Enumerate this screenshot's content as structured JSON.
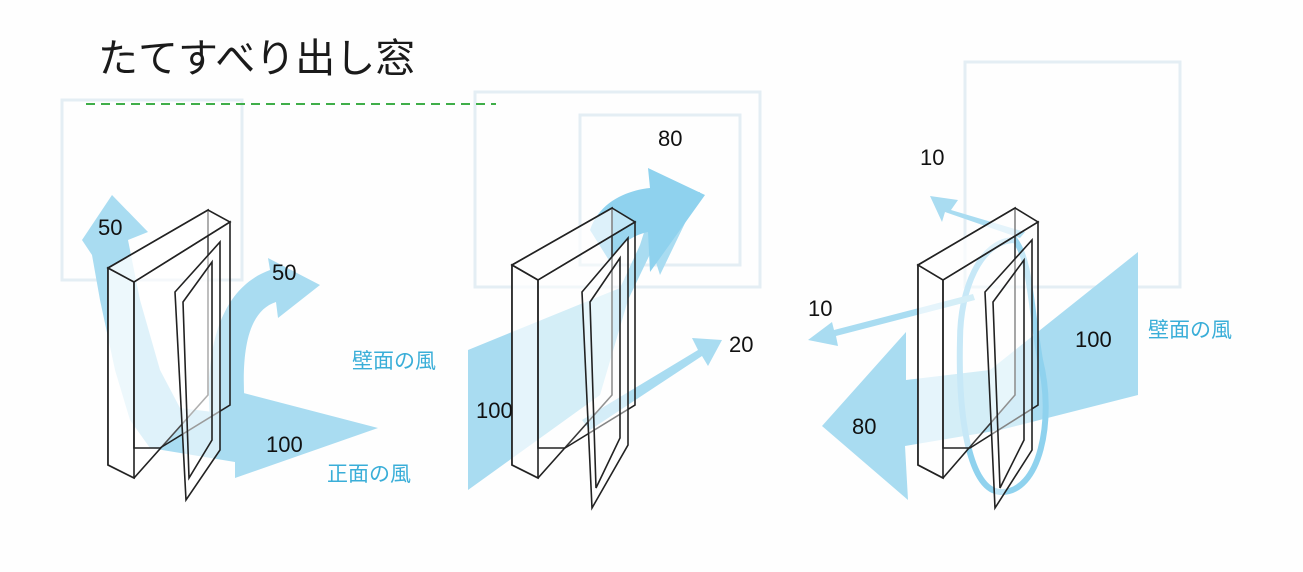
{
  "title": "たてすべり出し窓",
  "colors": {
    "arrow": "#a9dcf1",
    "arrow_strong": "#8fd2ee",
    "wind_label": "#3aaed8",
    "guide_dashed": "#3fae49",
    "frame": "#222222"
  },
  "diagrams": [
    {
      "values": {
        "up_left": "50",
        "right": "50",
        "front": "100"
      },
      "labels": {
        "wall": "壁面の風",
        "front": "正面の風"
      }
    },
    {
      "values": {
        "top": "80",
        "side": "20",
        "in": "100"
      }
    },
    {
      "values": {
        "top": "10",
        "left": "10",
        "out": "80",
        "in": "100"
      },
      "labels": {
        "wall": "壁面の風"
      }
    }
  ]
}
